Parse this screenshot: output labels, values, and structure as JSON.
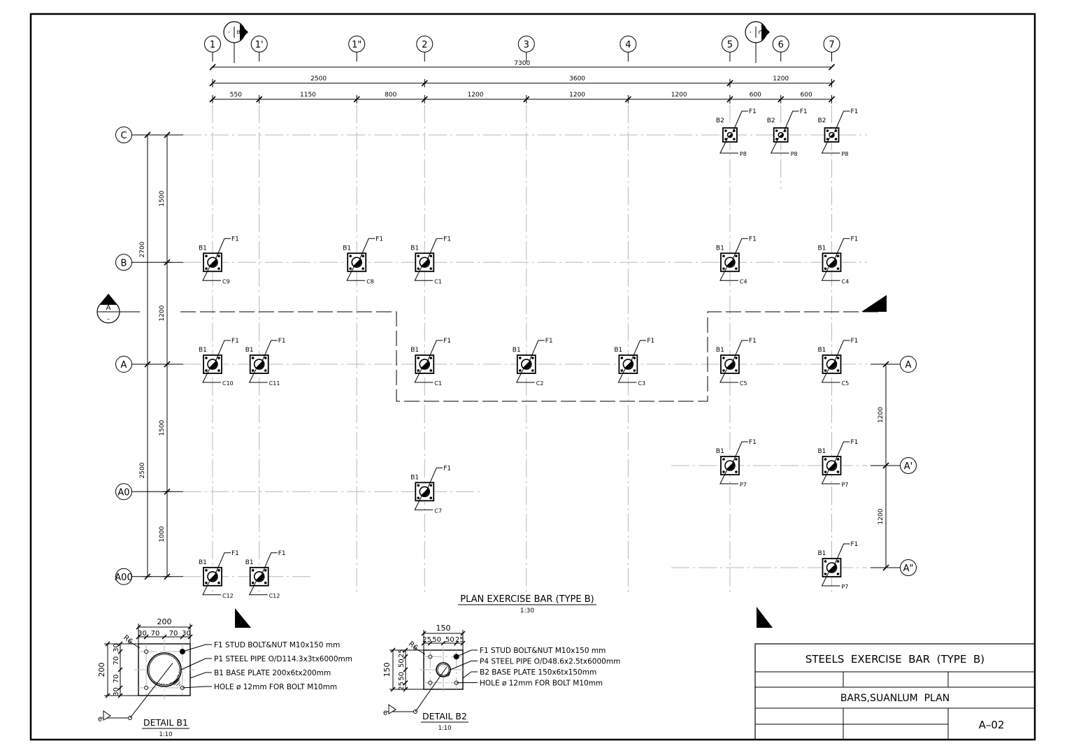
{
  "grid": {
    "cols": [
      {
        "label": "1",
        "pos": 0
      },
      {
        "label": "1'",
        "pos": 550
      },
      {
        "label": "1\"",
        "pos": 1700
      },
      {
        "label": "2",
        "pos": 2500
      },
      {
        "label": "3",
        "pos": 3700
      },
      {
        "label": "4",
        "pos": 4900
      },
      {
        "label": "5",
        "pos": 6100
      },
      {
        "label": "6",
        "pos": 6700
      },
      {
        "label": "7",
        "pos": 7300
      }
    ],
    "rows_left": [
      {
        "label": "C",
        "pos": 0
      },
      {
        "label": "B",
        "pos": 1500
      },
      {
        "label": "A",
        "pos": 2700
      },
      {
        "label": "A0",
        "pos": 4200
      },
      {
        "label": "A00",
        "pos": 5200
      }
    ],
    "rows_right": [
      {
        "label": "A",
        "pos": 2700
      },
      {
        "label": "A'",
        "pos": 3900
      },
      {
        "label": "A\"",
        "pos": 5100
      }
    ]
  },
  "dims": {
    "top_total": "7300",
    "top_mid": [
      "2500",
      "3600",
      "1200"
    ],
    "top_fine": [
      "550",
      "1150",
      "800",
      "1200",
      "1200",
      "1200",
      "600",
      "600"
    ],
    "left_outer": [
      "2700",
      "2500"
    ],
    "left_inner": [
      "1500",
      "1200",
      "1500",
      "1000"
    ],
    "right": [
      "1200",
      "1200"
    ]
  },
  "sections": {
    "b_tag": "B",
    "c_tag": "C",
    "a_tag": "A",
    "dash": "-",
    "sub": "–"
  },
  "plates": [
    {
      "b": "B1",
      "f": "F1",
      "tag": "C9",
      "col": 0,
      "row": 1500,
      "kind": "b1"
    },
    {
      "b": "B1",
      "f": "F1",
      "tag": "C8",
      "col": 1700,
      "row": 1500,
      "kind": "b1"
    },
    {
      "b": "B1",
      "f": "F1",
      "tag": "C1",
      "col": 2500,
      "row": 1500,
      "kind": "b1"
    },
    {
      "b": "B1",
      "f": "F1",
      "tag": "C4",
      "col": 6100,
      "row": 1500,
      "kind": "b1"
    },
    {
      "b": "B1",
      "f": "F1",
      "tag": "C4",
      "col": 7300,
      "row": 1500,
      "kind": "b1"
    },
    {
      "b": "B1",
      "f": "F1",
      "tag": "C10",
      "col": 0,
      "row": 2700,
      "kind": "b1"
    },
    {
      "b": "B1",
      "f": "F1",
      "tag": "C11",
      "col": 550,
      "row": 2700,
      "kind": "b1"
    },
    {
      "b": "B1",
      "f": "F1",
      "tag": "C1",
      "col": 2500,
      "row": 2700,
      "kind": "b1"
    },
    {
      "b": "B1",
      "f": "F1",
      "tag": "C2",
      "col": 3700,
      "row": 2700,
      "kind": "b1"
    },
    {
      "b": "B1",
      "f": "F1",
      "tag": "C3",
      "col": 4900,
      "row": 2700,
      "kind": "b1"
    },
    {
      "b": "B1",
      "f": "F1",
      "tag": "C5",
      "col": 6100,
      "row": 2700,
      "kind": "b1"
    },
    {
      "b": "B1",
      "f": "F1",
      "tag": "C5",
      "col": 7300,
      "row": 2700,
      "kind": "b1"
    },
    {
      "b": "B1",
      "f": "F1",
      "tag": "P7",
      "col": 6100,
      "row": 3900,
      "kind": "b1"
    },
    {
      "b": "B1",
      "f": "F1",
      "tag": "P7",
      "col": 7300,
      "row": 3900,
      "kind": "b1"
    },
    {
      "b": "B1",
      "f": "F1",
      "tag": "C7",
      "col": 2500,
      "row": 4200,
      "kind": "b1"
    },
    {
      "b": "B1",
      "f": "F1",
      "tag": "P7",
      "col": 7300,
      "row": 5100,
      "kind": "b1"
    },
    {
      "b": "B1",
      "f": "F1",
      "tag": "C12",
      "col": 0,
      "row": 5200,
      "kind": "b1"
    },
    {
      "b": "B1",
      "f": "F1",
      "tag": "C12",
      "col": 550,
      "row": 5200,
      "kind": "b1"
    },
    {
      "b": "B2",
      "f": "F1",
      "tag": "P8",
      "col": 6100,
      "row": 0,
      "kind": "b2"
    },
    {
      "b": "B2",
      "f": "F1",
      "tag": "P8",
      "col": 6700,
      "row": 0,
      "kind": "b2"
    },
    {
      "b": "B2",
      "f": "F1",
      "tag": "P8",
      "col": 7300,
      "row": 0,
      "kind": "b2"
    }
  ],
  "plan": {
    "title": "PLAN EXERCISE BAR (TYPE B)",
    "scale": "1:30"
  },
  "detail_b1": {
    "title": "DETAIL B1",
    "scale": "1:10",
    "dim_top": "200",
    "dim_top_parts": [
      "30",
      "70",
      "70",
      "30"
    ],
    "dim_left": "200",
    "dim_left_parts": [
      "30",
      "70",
      "70",
      "30"
    ],
    "radius": "R6",
    "marker": "6",
    "notes": [
      "F1  STUD BOLT&NUT  M10x150  mm",
      "P1  STEEL PIPE  O/D114.3x3tx6000mm",
      "B1  BASE PLATE  200x6tx200mm",
      "HOLE  ø  12mm  FOR BOLT  M10mm"
    ]
  },
  "detail_b2": {
    "title": "DETAIL B2",
    "scale": "1:10",
    "dim_top": "150",
    "dim_top_parts": [
      "25",
      "50",
      "50",
      "25"
    ],
    "dim_left": "150",
    "dim_left_parts": [
      "25",
      "50",
      "50",
      "25"
    ],
    "radius": "R6",
    "marker": "6",
    "notes": [
      "F1  STUD BOLT&NUT  M10x150  mm",
      "P4  STEEL PIPE  O/D48.6x2.5tx6000mm",
      "B2  BASE PLATE  150x6tx150mm",
      "HOLE  ø  12mm  FOR BOLT  M10mm"
    ]
  },
  "title_block": {
    "project": "STEELS  EXERCISE  BAR  (TYPE  B)",
    "sheet_title": "BARS,SUANLUM  PLAN",
    "sheet_no": "A–02"
  }
}
